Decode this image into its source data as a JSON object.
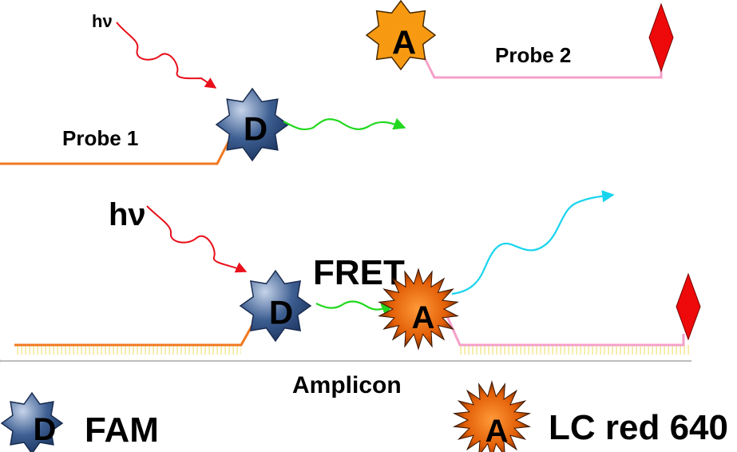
{
  "photon_label_top": "hν",
  "photon_label_mid": "hν",
  "probe1_label": "Probe 1",
  "probe2_label": "Probe 2",
  "fret_label": "FRET",
  "amplicon_label": "Amplicon",
  "donor_letter": "D",
  "acceptor_letter": "A",
  "legend": {
    "donor_name": "FAM",
    "acceptor_name": "LC red 640"
  },
  "colors": {
    "excitation": "#e8101a",
    "donor_emission": "#22d81e",
    "acceptor_emission": "#19d4ee",
    "probe1_strand": "#f07820",
    "probe2_strand": "#f4a0c8",
    "donor_star": "#3e5f92",
    "acceptor_free_star": "#f79a12",
    "acceptor_bound_star": "#ea6208",
    "quencher": "#ee0a0a",
    "amplicon": "#bdbdbd",
    "hybrid_ticks": "#f0e27a"
  }
}
